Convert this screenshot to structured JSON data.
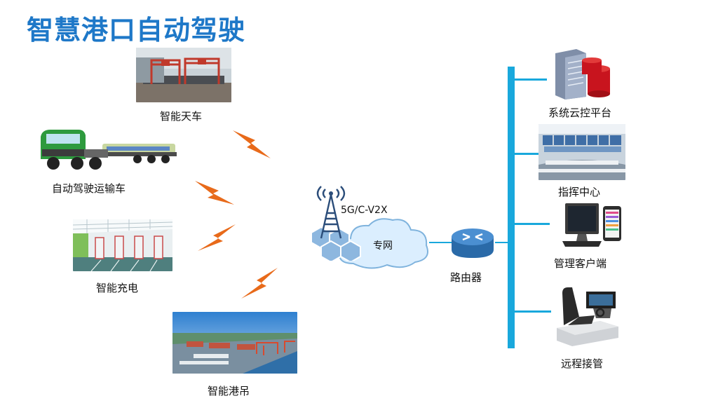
{
  "page": {
    "title": "智慧港口自动驾驶"
  },
  "left_devices": [
    {
      "id": "crane",
      "label": "智能天车"
    },
    {
      "id": "truck",
      "label": "自动驾驶运输车"
    },
    {
      "id": "charge",
      "label": "智能充电"
    },
    {
      "id": "port",
      "label": "智能港吊"
    }
  ],
  "network": {
    "tower_label": "5G/C-V2X",
    "cloud_label": "专网",
    "router_label": "路由器"
  },
  "right_nodes": [
    {
      "id": "cloud",
      "label": "系统云控平台"
    },
    {
      "id": "cmd",
      "label": "指挥中心"
    },
    {
      "id": "client",
      "label": "管理客户端"
    },
    {
      "id": "remote",
      "label": "远程接管"
    }
  ],
  "colors": {
    "title": "#1e78c8",
    "bus": "#19a8dc",
    "bolt": "#e86a1a",
    "cloud": "#d9ebfb",
    "router": "#3a78b8"
  }
}
